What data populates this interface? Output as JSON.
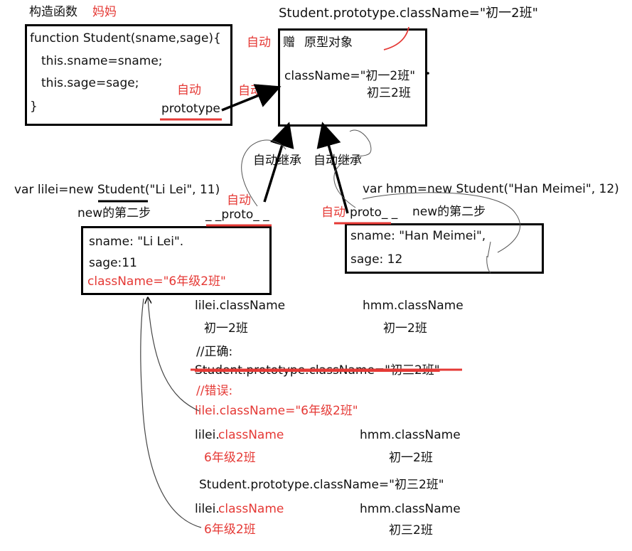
{
  "constructor_title": "构造函数",
  "mom_label": "妈妈",
  "code_lines": [
    "function Student(sname,sage){",
    "this.sname=sname;",
    "this.sage=sage;",
    "}"
  ],
  "prototype_label": "prototype",
  "auto": "自动",
  "gift": "赠",
  "proto_object": "原型对象",
  "top_assign": "Student.prototype.className=\"初一2班\"",
  "proto_classname": "className=\"初一2班\"",
  "proto_new_value": "初三2班",
  "inherit": "自动继承",
  "var_lilei": "var lilei=new Student(\"Li Lei\", 11)",
  "var_hmm": "var hmm=new Student(\"Han Meimei\", 12)",
  "new_step2": "new的第二步",
  "proto_lilei": "_ _proto_ _",
  "proto_hmm": "proto_ _",
  "lilei_box": {
    "sname": "sname: \"Li Lei\".",
    "sage": "sage:11",
    "classname": "className=\"6年级2班\""
  },
  "hmm_box": {
    "sname": "sname: \"Han Meimei\",",
    "sage": "sage: 12"
  },
  "notes": {
    "lilei_cls": "lilei.className",
    "hmm_cls": "hmm.className",
    "val1": "初一2班",
    "val1b": "初一2班",
    "correct": "//正确:",
    "struck": "Student.prototype.className=\"初三2班\"",
    "wrong": "//错误:",
    "assign_lilei": "lilei.className=\"6年级2班\"",
    "lilei_prefix": "lilei.",
    "classname_word": "className",
    "hmm_cls2": "hmm.className",
    "grade6": "6年级2班",
    "val2": "初一2班",
    "assign_proto": "Student.prototype.className=\"初三2班\"",
    "hmm_cls3": "hmm.className",
    "grade6b": "6年级2班",
    "val3": "初三2班"
  }
}
